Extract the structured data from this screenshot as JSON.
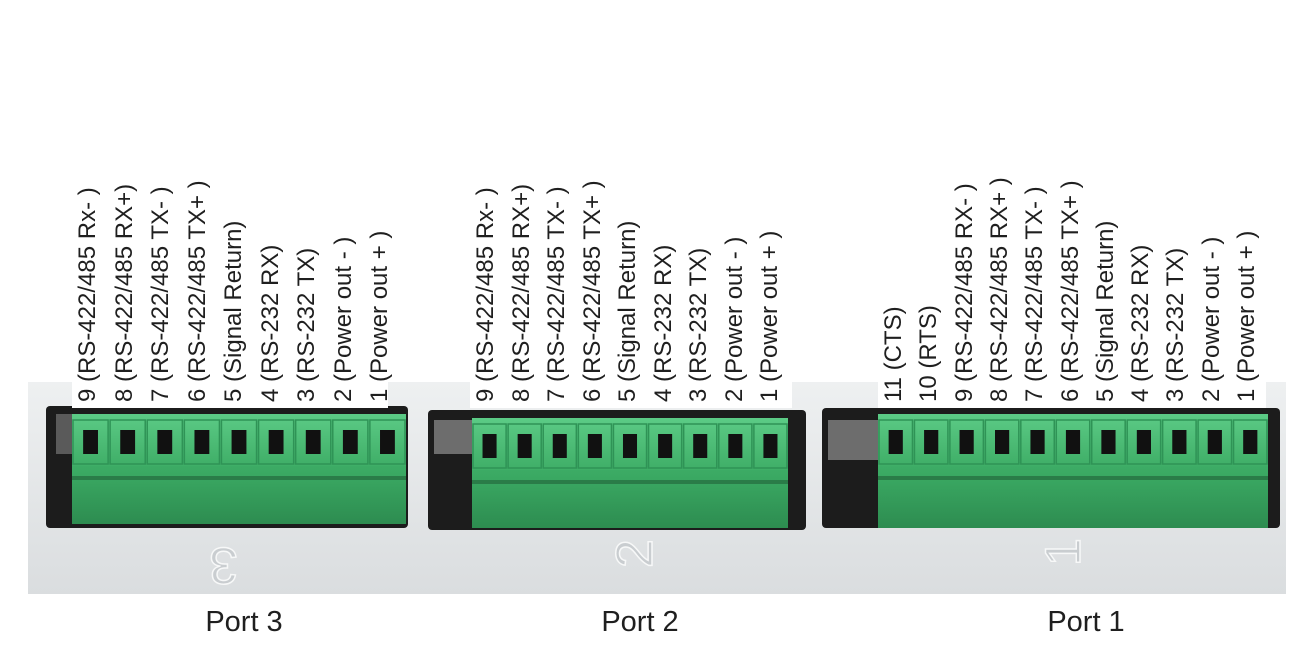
{
  "ports": [
    {
      "caption": "Port 3",
      "panel_digit": "3",
      "pins": [
        "9 (RS-422/485 Rx- )",
        "8 (RS-422/485 RX+)",
        "7 (RS-422/485 TX- )",
        "6 (RS-422/485 TX+ )",
        "5 (Signal Return)",
        "4 (RS-232 RX)",
        "3 (RS-232 TX)",
        "2 (Power out - )",
        "1 (Power out + )"
      ]
    },
    {
      "caption": "Port 2",
      "panel_digit": "2",
      "pins": [
        "9 (RS-422/485 Rx- )",
        "8 (RS-422/485 RX+)",
        "7 (RS-422/485 TX- )",
        "6 (RS-422/485 TX+ )",
        "5 (Signal Return)",
        "4 (RS-232 RX)",
        "3 (RS-232 TX)",
        "2 (Power out - )",
        "1 (Power out + )"
      ]
    },
    {
      "caption": "Port 1",
      "panel_digit": "1",
      "pins": [
        "11 (CTS)",
        "10 (RTS)",
        "9 (RS-422/485 RX- )",
        "8 (RS-422/485 RX+ )",
        "7 (RS-422/485 TX- )",
        "6 (RS-422/485 TX+ )",
        "5 (Signal Return)",
        "4 (RS-232 RX)",
        "3 (RS-232 TX)",
        "2 (Power out - )",
        "1 (Power out + )"
      ]
    }
  ],
  "colors": {
    "panel": "#e3e6e7",
    "terminal_green": "#3fae67",
    "terminal_dark": "#2a7c48",
    "slot_black": "#111111"
  }
}
